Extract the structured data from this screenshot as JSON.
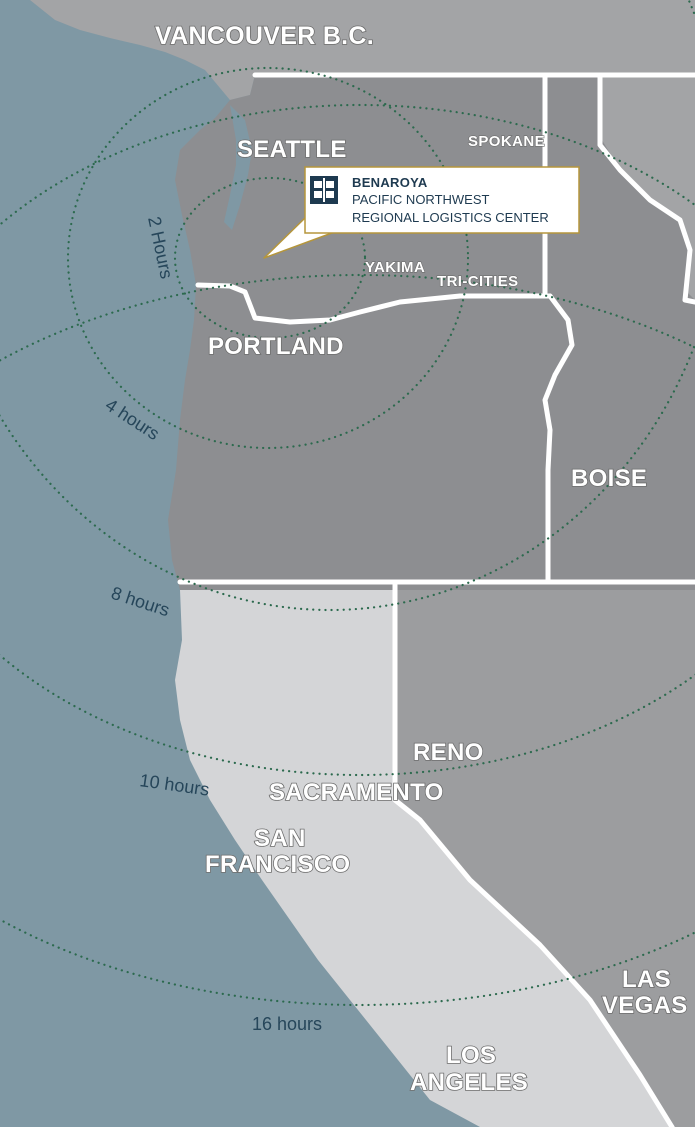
{
  "cities": {
    "vancouver": "VANCOUVER B.C.",
    "seattle": "SEATTLE",
    "spokane": "SPOKANE",
    "yakima": "YAKIMA",
    "tri_cities": "TRI-CITIES",
    "portland": "PORTLAND",
    "boise": "BOISE",
    "reno": "RENO",
    "sacramento": "SACRAMENTO",
    "san_francisco": [
      "SAN",
      "FRANCISCO"
    ],
    "las_vegas": [
      "LAS",
      "VEGAS"
    ],
    "los_angeles": [
      "LOS",
      "ANGELES"
    ]
  },
  "rings": {
    "r2": "2 Hours",
    "r4": "4 hours",
    "r8": "8 hours",
    "r10": "10 hours",
    "r16": "16 hours"
  },
  "callout": {
    "brand": "BENAROYA",
    "line1": "PACIFIC NORTHWEST",
    "line2": "REGIONAL LOGISTICS CENTER"
  },
  "colors": {
    "ocean": "#7f98a4",
    "land_north": "#8e8f92",
    "land_california": "#d4d5d7",
    "land_nevada": "#9c9d9f",
    "ring_dots": "#2c6a4e",
    "callout_border": "#b5963c",
    "logo": "#1e3a50"
  }
}
